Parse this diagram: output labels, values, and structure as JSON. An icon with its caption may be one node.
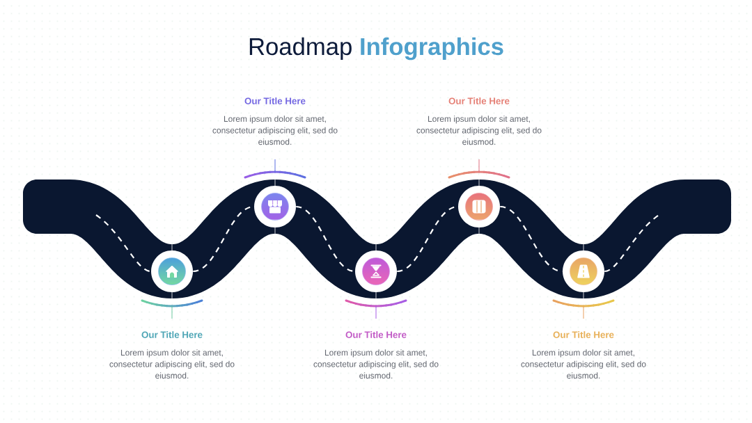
{
  "diagram": {
    "title": "Roadmap **Infographics**",
    "nodes": [
      {
        "text": [],
        "shape": "circle",
        "beside": [
          "Our Title Here",
          "Lorem ipsum dolor sit amet, consectetur adipiscing elit, sed do eiusmod."
        ]
      },
      {
        "text": [],
        "shape": "circle",
        "beside": [
          "Our Title Here",
          "Lorem ipsum dolor sit amet, consectetur adipiscing elit, sed do eiusmod."
        ]
      },
      {
        "text": [],
        "shape": "circle",
        "beside": [
          "Our Title Here",
          "Lorem ipsum dolor sit amet, consectetur adipiscing elit, sed do eiusmod."
        ]
      },
      {
        "text": [],
        "shape": "circle",
        "beside": [
          "Our Title Here",
          "Lorem ipsum dolor sit amet, consectetur adipiscing elit, sed do eiusmod."
        ]
      },
      {
        "text": [],
        "shape": "circle",
        "beside": [
          "Our Title Here",
          "Lorem ipsum dolor sit amet, consectetur adipiscing elit, sed do eiusmod."
        ]
      }
    ],
    "edges": [
      {
        "from": null,
        "to": 0,
        "arrow": "none",
        "style": "dashed"
      },
      {
        "from": 0,
        "to": 1,
        "arrow": "none",
        "style": "dashed"
      },
      {
        "from": 1,
        "to": 2,
        "arrow": "none",
        "style": "dashed"
      },
      {
        "from": 2,
        "to": 3,
        "arrow": "none",
        "style": "dashed"
      },
      {
        "from": 3,
        "to": 4,
        "arrow": "none",
        "style": "dashed"
      },
      {
        "from": 4,
        "to": null,
        "arrow": "none",
        "style": "dashed"
      }
    ]
  }
}
